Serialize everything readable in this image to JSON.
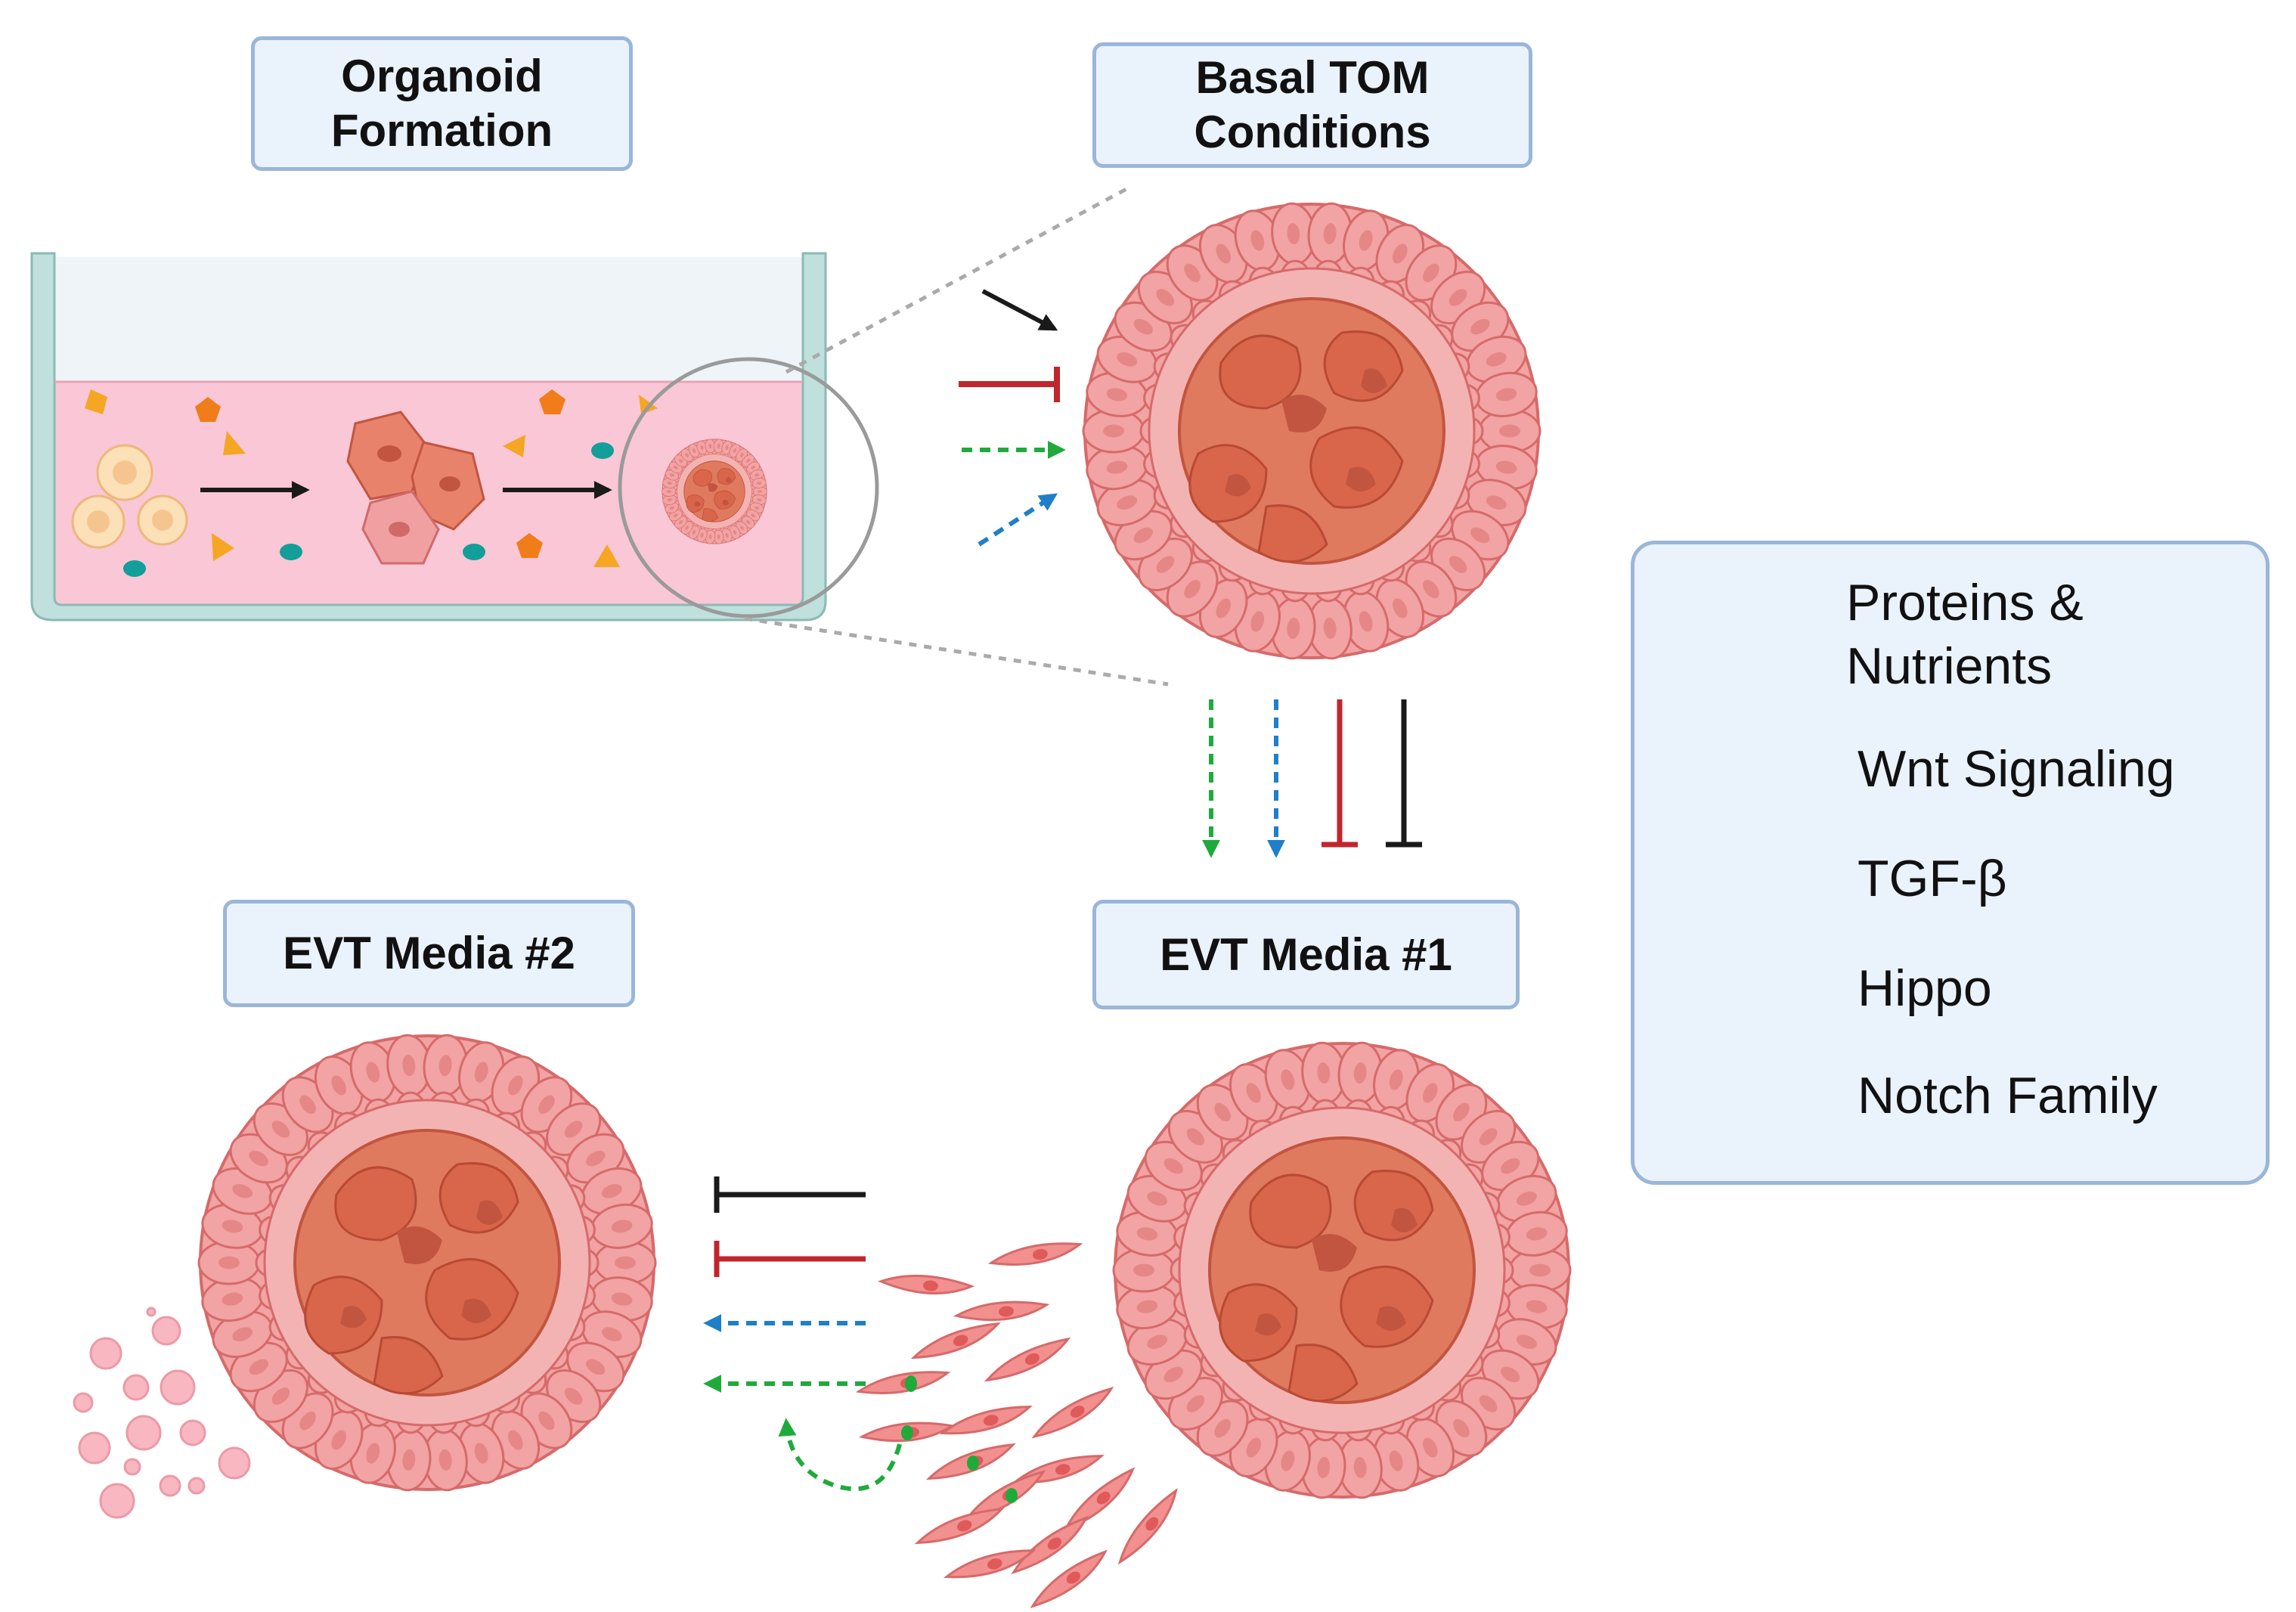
{
  "labels": {
    "organoid_formation": "Organoid\nFormation",
    "basal_tom": "Basal TOM\nConditions",
    "evt_media_1": "EVT Media #1",
    "evt_media_2": "EVT Media #2"
  },
  "legend": {
    "proteins": "Proteins &\nNutrients",
    "wnt": "Wnt Signaling",
    "tgf": "TGF-β",
    "hippo": "Hippo",
    "notch": "Notch Family"
  },
  "colors": {
    "wnt": "#1a1a1a",
    "tgf": "#c0262d",
    "hippo": "#1f7fc9",
    "notch": "#1faa3c",
    "protein_orange": "#f07d1a",
    "nutrient_yellow": "#f5a623",
    "nutrient_teal": "#139e9a",
    "media_pink": "#f9c7d6",
    "cell_fill": "#f2a3a3",
    "core_fill": "#e07a5f"
  },
  "icons": {
    "pentagon": "pentagon-icon",
    "triangle": "triangle-icon",
    "oval": "oval-icon"
  }
}
